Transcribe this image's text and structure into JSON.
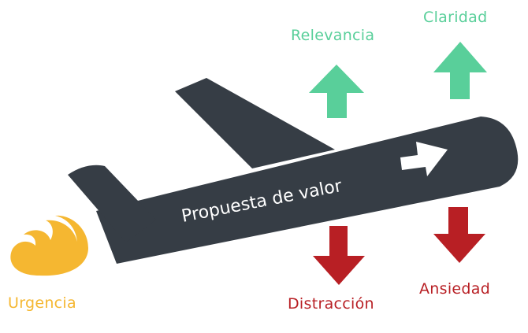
{
  "diagram": {
    "center_label": "Propuesta de valor",
    "boosts": [
      {
        "label": "Relevancia"
      },
      {
        "label": "Claridad"
      }
    ],
    "drags": [
      {
        "label": "Distracción"
      },
      {
        "label": "Ansiedad"
      }
    ],
    "fuel": {
      "label": "Urgencia"
    },
    "colors": {
      "airplane": "#363d45",
      "positive": "#59cf9a",
      "negative": "#b81f24",
      "urgency": "#f5b731",
      "text_on_plane": "#ffffff"
    },
    "icons": {
      "plane": "airplane-icon",
      "forward": "arrow-right-icon",
      "up": "arrow-up-icon",
      "down": "arrow-down-icon",
      "fire": "flame-icon"
    }
  }
}
